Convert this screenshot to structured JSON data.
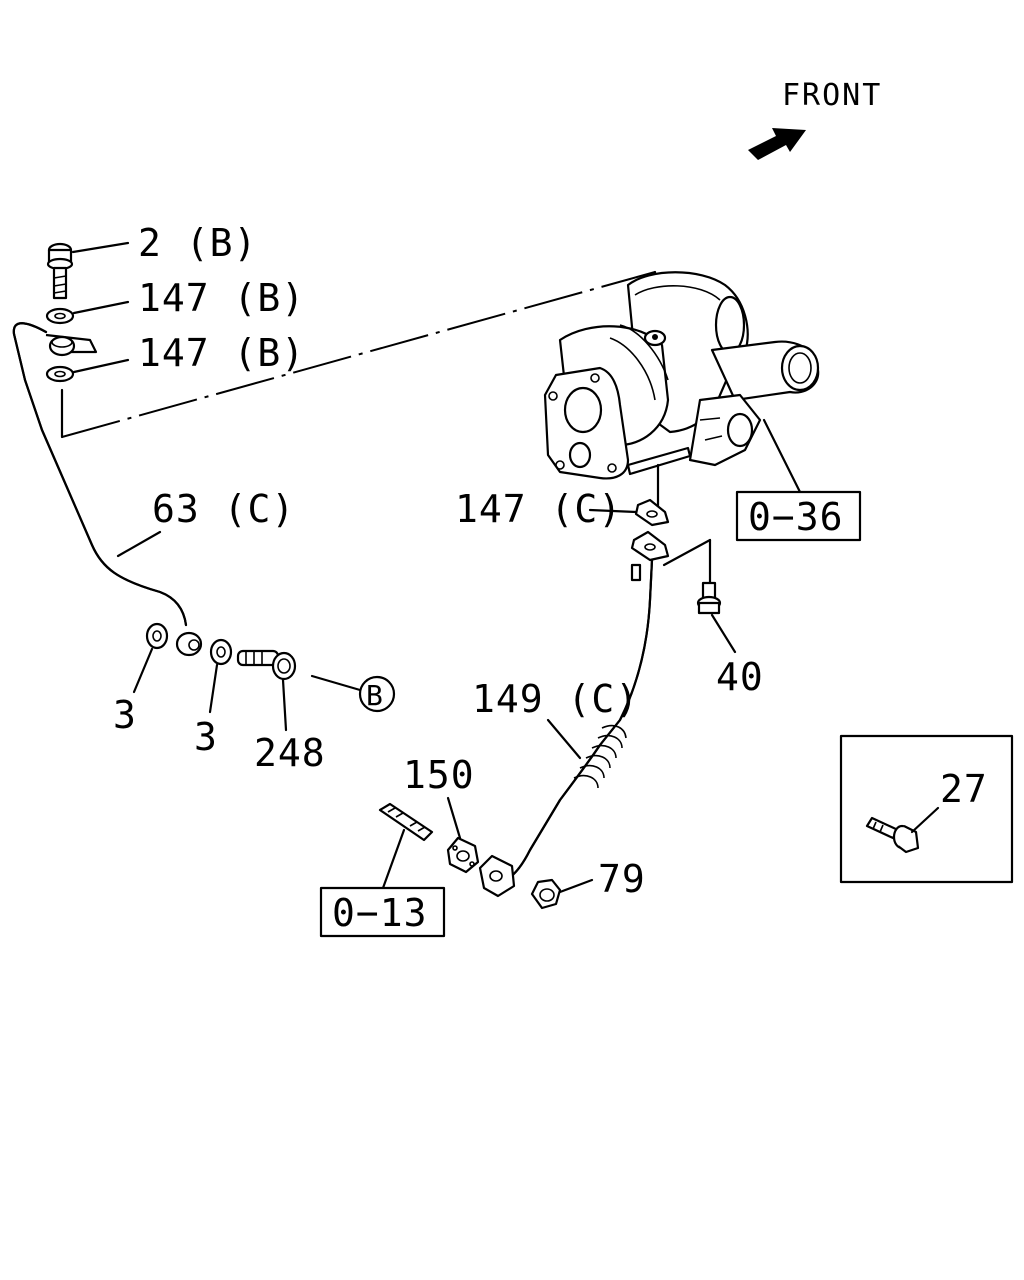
{
  "orientation": {
    "front_label": "FRONT",
    "arrow_icon": "front-arrow-icon"
  },
  "callouts": {
    "p2b": "2 (B)",
    "p147b_top": "147 (B)",
    "p147b_bottom": "147 (B)",
    "p63c": "63 (C)",
    "p3_left": "3",
    "p3_right": "3",
    "p248": "248",
    "ref_b": "B",
    "p147c": "147 (C)",
    "p40": "40",
    "p149c": "149 (C)",
    "p150": "150",
    "p79": "79"
  },
  "ref_boxes": {
    "box_036": "0−36",
    "box_013": "0−13"
  },
  "inset": {
    "p27": "27"
  },
  "colors": {
    "line": "#000000",
    "background": "#ffffff"
  }
}
